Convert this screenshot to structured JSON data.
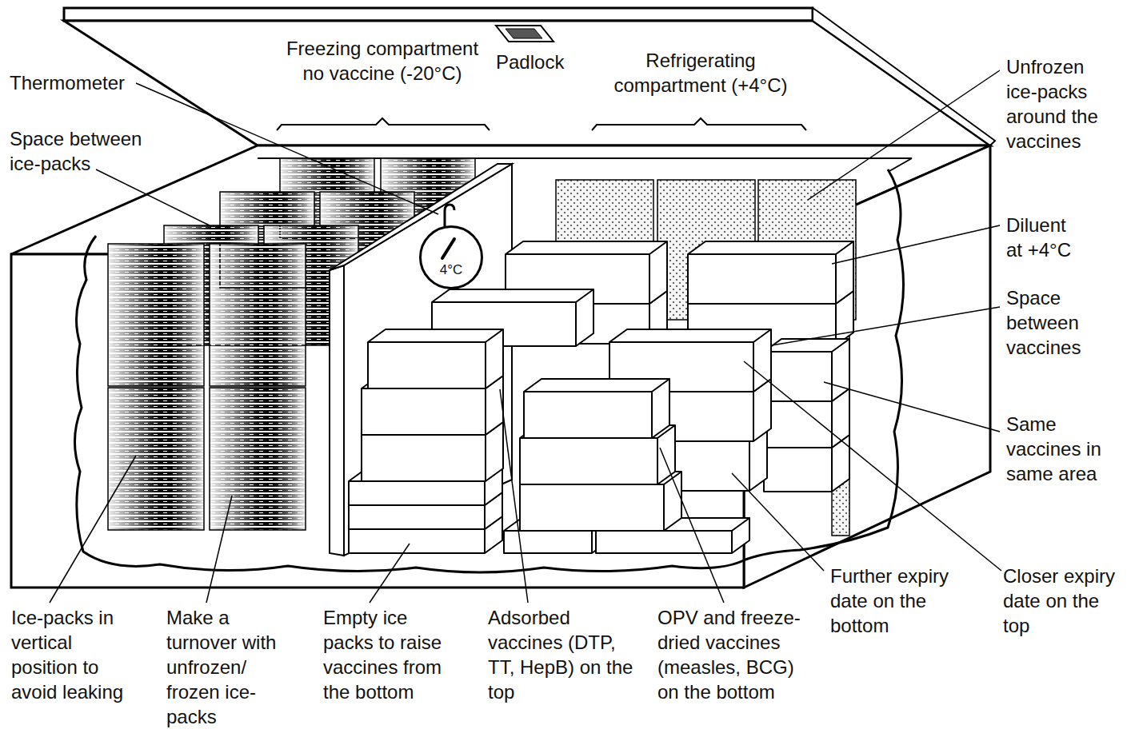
{
  "diagram": {
    "nodes": [
      {
        "text": [
          "4°C"
        ]
      }
    ],
    "labels": [
      "Freezing compartment no vaccine (-20°C)",
      "Padlock",
      "Refrigerating compartment (+4°C)",
      "Unfrozen ice-packs around the vaccines",
      "Thermometer",
      "Space between ice-packs",
      "Diluent at +4°C",
      "Space between vaccines",
      "Same vaccines in same area",
      "Further expiry date on the bottom",
      "Closer expiry date on the top",
      "Ice-packs in vertical position to avoid leaking",
      "Make a turnover with unfrozen/ frozen ice-packs",
      "Empty ice packs to raise vaccines from the bottom",
      "Adsorbed vaccines (DTP, TT, HepB) on the top",
      "OPV and freeze-dried vaccines (measles, BCG) on the bottom"
    ]
  }
}
